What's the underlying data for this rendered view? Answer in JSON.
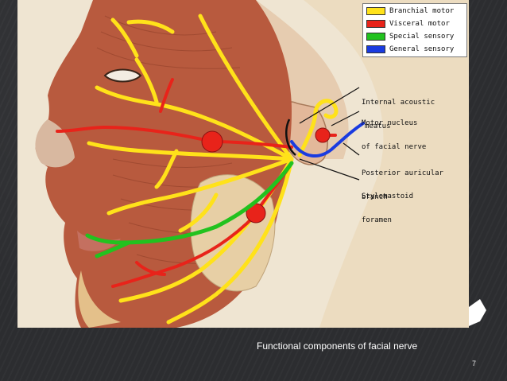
{
  "legend": [
    {
      "label": "Branchial motor",
      "color": "#ffe21a"
    },
    {
      "label": "Visceral motor",
      "color": "#e8231a"
    },
    {
      "label": "Special sensory",
      "color": "#22c21f"
    },
    {
      "label": "General sensory",
      "color": "#1a3be0"
    }
  ],
  "labels": {
    "internal_acoustic_1": "Internal acoustic",
    "internal_acoustic_2": "meatus",
    "motor_nucleus_1": "Motor nucleus",
    "motor_nucleus_2": "of facial nerve",
    "posterior_auricular_1": "Posterior auricular",
    "posterior_auricular_2": "branch",
    "stylomastoid_1": "Stylomastoid",
    "stylomastoid_2": "foramen"
  },
  "caption": "Functional components of facial nerve",
  "slide_number": "7",
  "colors": {
    "background": "#2c2d30",
    "skin": "#e9c9a6",
    "muscle": "#b85a3e"
  }
}
